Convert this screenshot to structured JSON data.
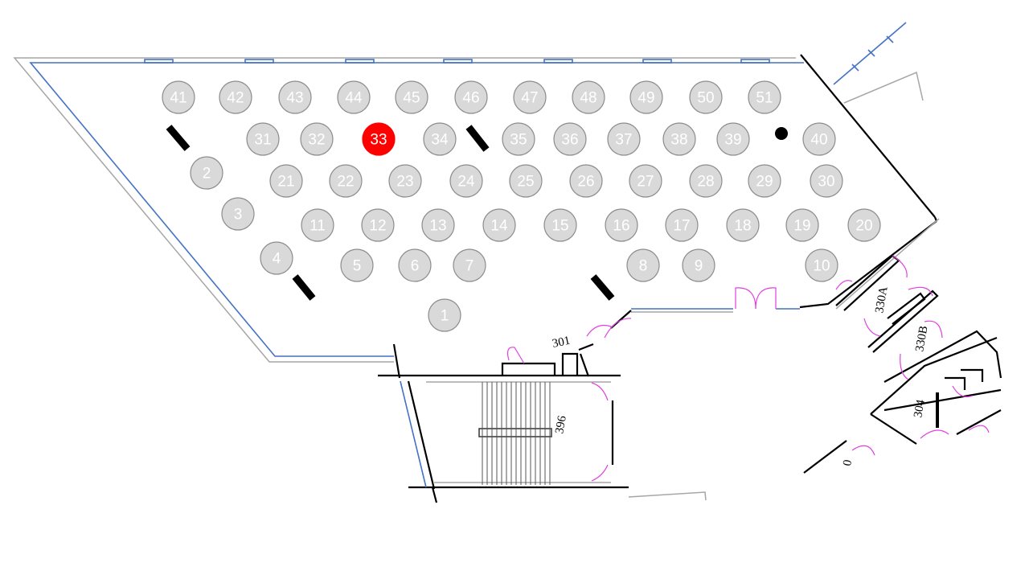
{
  "floorplan": {
    "selected_seat": "33",
    "selected_color": "#ff0000",
    "seat_color": "#d9d9d9",
    "rooms": {
      "r301": "301",
      "r330a": "330A",
      "r330b": "330B",
      "r396": "396",
      "r304": "304",
      "r0": "0"
    },
    "seats": [
      {
        "id": "41",
        "label": "41"
      },
      {
        "id": "42",
        "label": "42"
      },
      {
        "id": "43",
        "label": "43"
      },
      {
        "id": "44",
        "label": "44"
      },
      {
        "id": "45",
        "label": "45"
      },
      {
        "id": "46",
        "label": "46"
      },
      {
        "id": "47",
        "label": "47"
      },
      {
        "id": "48",
        "label": "48"
      },
      {
        "id": "49",
        "label": "49"
      },
      {
        "id": "50",
        "label": "50"
      },
      {
        "id": "51",
        "label": "51"
      },
      {
        "id": "31",
        "label": "31"
      },
      {
        "id": "32",
        "label": "32"
      },
      {
        "id": "33",
        "label": "33"
      },
      {
        "id": "34",
        "label": "34"
      },
      {
        "id": "35",
        "label": "35"
      },
      {
        "id": "36",
        "label": "36"
      },
      {
        "id": "37",
        "label": "37"
      },
      {
        "id": "38",
        "label": "38"
      },
      {
        "id": "39",
        "label": "39"
      },
      {
        "id": "40",
        "label": "40"
      },
      {
        "id": "2",
        "label": "2"
      },
      {
        "id": "21",
        "label": "21"
      },
      {
        "id": "22",
        "label": "22"
      },
      {
        "id": "23",
        "label": "23"
      },
      {
        "id": "24",
        "label": "24"
      },
      {
        "id": "25",
        "label": "25"
      },
      {
        "id": "26",
        "label": "26"
      },
      {
        "id": "27",
        "label": "27"
      },
      {
        "id": "28",
        "label": "28"
      },
      {
        "id": "29",
        "label": "29"
      },
      {
        "id": "30",
        "label": "30"
      },
      {
        "id": "3",
        "label": "3"
      },
      {
        "id": "11",
        "label": "11"
      },
      {
        "id": "12",
        "label": "12"
      },
      {
        "id": "13",
        "label": "13"
      },
      {
        "id": "14",
        "label": "14"
      },
      {
        "id": "15",
        "label": "15"
      },
      {
        "id": "16",
        "label": "16"
      },
      {
        "id": "17",
        "label": "17"
      },
      {
        "id": "18",
        "label": "18"
      },
      {
        "id": "19",
        "label": "19"
      },
      {
        "id": "20",
        "label": "20"
      },
      {
        "id": "4",
        "label": "4"
      },
      {
        "id": "5",
        "label": "5"
      },
      {
        "id": "6",
        "label": "6"
      },
      {
        "id": "7",
        "label": "7"
      },
      {
        "id": "8",
        "label": "8"
      },
      {
        "id": "9",
        "label": "9"
      },
      {
        "id": "10",
        "label": "10"
      },
      {
        "id": "1",
        "label": "1"
      }
    ]
  }
}
